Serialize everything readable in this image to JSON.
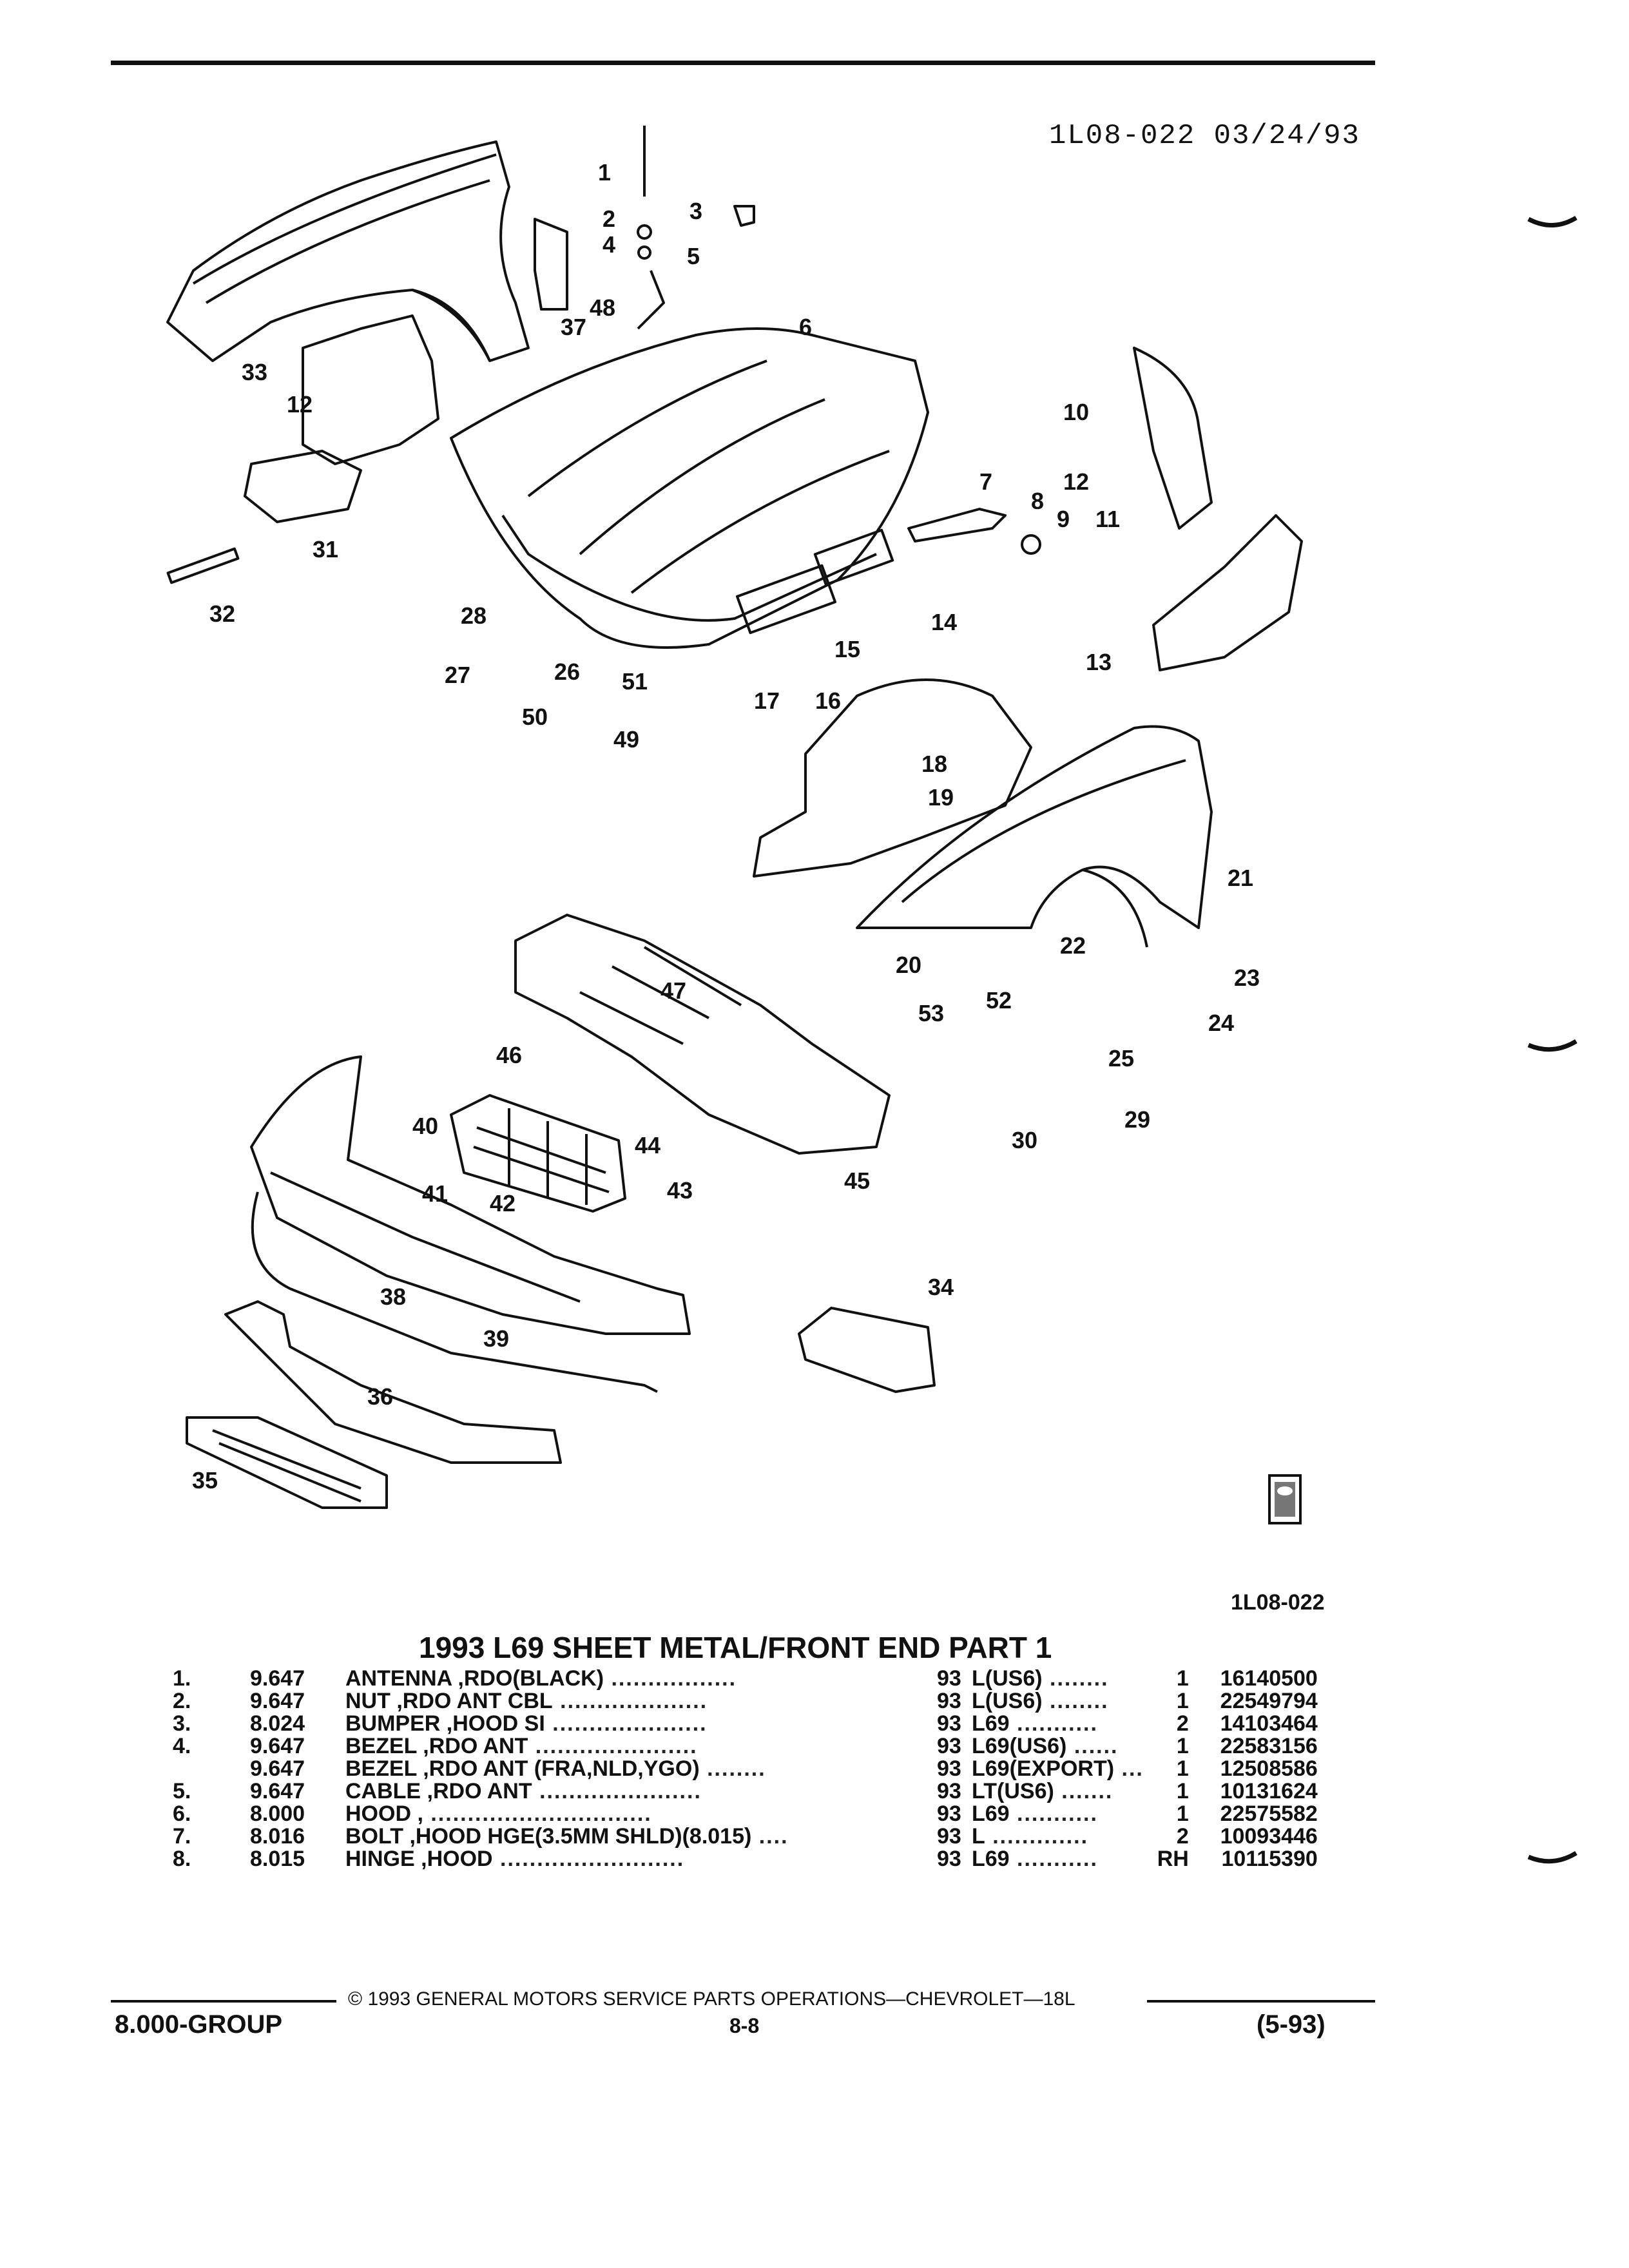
{
  "header": {
    "code": "1L08-022 03/24/93"
  },
  "diagram": {
    "callouts": [
      "1",
      "2",
      "3",
      "4",
      "5",
      "6",
      "7",
      "8",
      "9",
      "10",
      "11",
      "12",
      "12",
      "13",
      "14",
      "15",
      "16",
      "17",
      "18",
      "19",
      "20",
      "21",
      "22",
      "23",
      "24",
      "25",
      "26",
      "27",
      "28",
      "29",
      "30",
      "31",
      "32",
      "33",
      "34",
      "35",
      "36",
      "37",
      "38",
      "39",
      "40",
      "41",
      "42",
      "43",
      "44",
      "45",
      "46",
      "47",
      "48",
      "49",
      "50",
      "51",
      "52",
      "53"
    ],
    "figure_code": "1L08-022"
  },
  "table": {
    "title": "1993 L69 SHEET METAL/FRONT END PART 1",
    "rows": [
      {
        "no": "1.",
        "grp": "9.647",
        "desc": "ANTENNA ,RDO(BLACK)",
        "yr": "93",
        "model": "L(US6)",
        "qty": "1",
        "pn": "16140500"
      },
      {
        "no": "2.",
        "grp": "9.647",
        "desc": "NUT ,RDO ANT CBL",
        "yr": "93",
        "model": "L(US6)",
        "qty": "1",
        "pn": "22549794"
      },
      {
        "no": "3.",
        "grp": "8.024",
        "desc": "BUMPER ,HOOD SI",
        "yr": "93",
        "model": "L69",
        "qty": "2",
        "pn": "14103464"
      },
      {
        "no": "4.",
        "grp": "9.647",
        "desc": "BEZEL ,RDO ANT",
        "yr": "93",
        "model": "L69(US6)",
        "qty": "1",
        "pn": "22583156"
      },
      {
        "no": "",
        "grp": "9.647",
        "desc": "BEZEL ,RDO ANT (FRA,NLD,YGO)",
        "yr": "93",
        "model": "L69(EXPORT)",
        "qty": "1",
        "pn": "12508586"
      },
      {
        "no": "5.",
        "grp": "9.647",
        "desc": "CABLE ,RDO ANT",
        "yr": "93",
        "model": "LT(US6)",
        "qty": "1",
        "pn": "10131624"
      },
      {
        "no": "6.",
        "grp": "8.000",
        "desc": "HOOD ,",
        "yr": "93",
        "model": "L69",
        "qty": "1",
        "pn": "22575582"
      },
      {
        "no": "7.",
        "grp": "8.016",
        "desc": "BOLT ,HOOD HGE(3.5MM SHLD)(8.015)",
        "yr": "93",
        "model": "L",
        "qty": "2",
        "pn": "10093446"
      },
      {
        "no": "8.",
        "grp": "8.015",
        "desc": "HINGE ,HOOD",
        "yr": "93",
        "model": "L69",
        "qty": "RH",
        "pn": "10115390"
      }
    ]
  },
  "footer": {
    "copyright": "© 1993 GENERAL MOTORS SERVICE PARTS OPERATIONS—CHEVROLET—18L",
    "group": "8.000-GROUP",
    "page": "8-8",
    "date": "(5-93)"
  }
}
